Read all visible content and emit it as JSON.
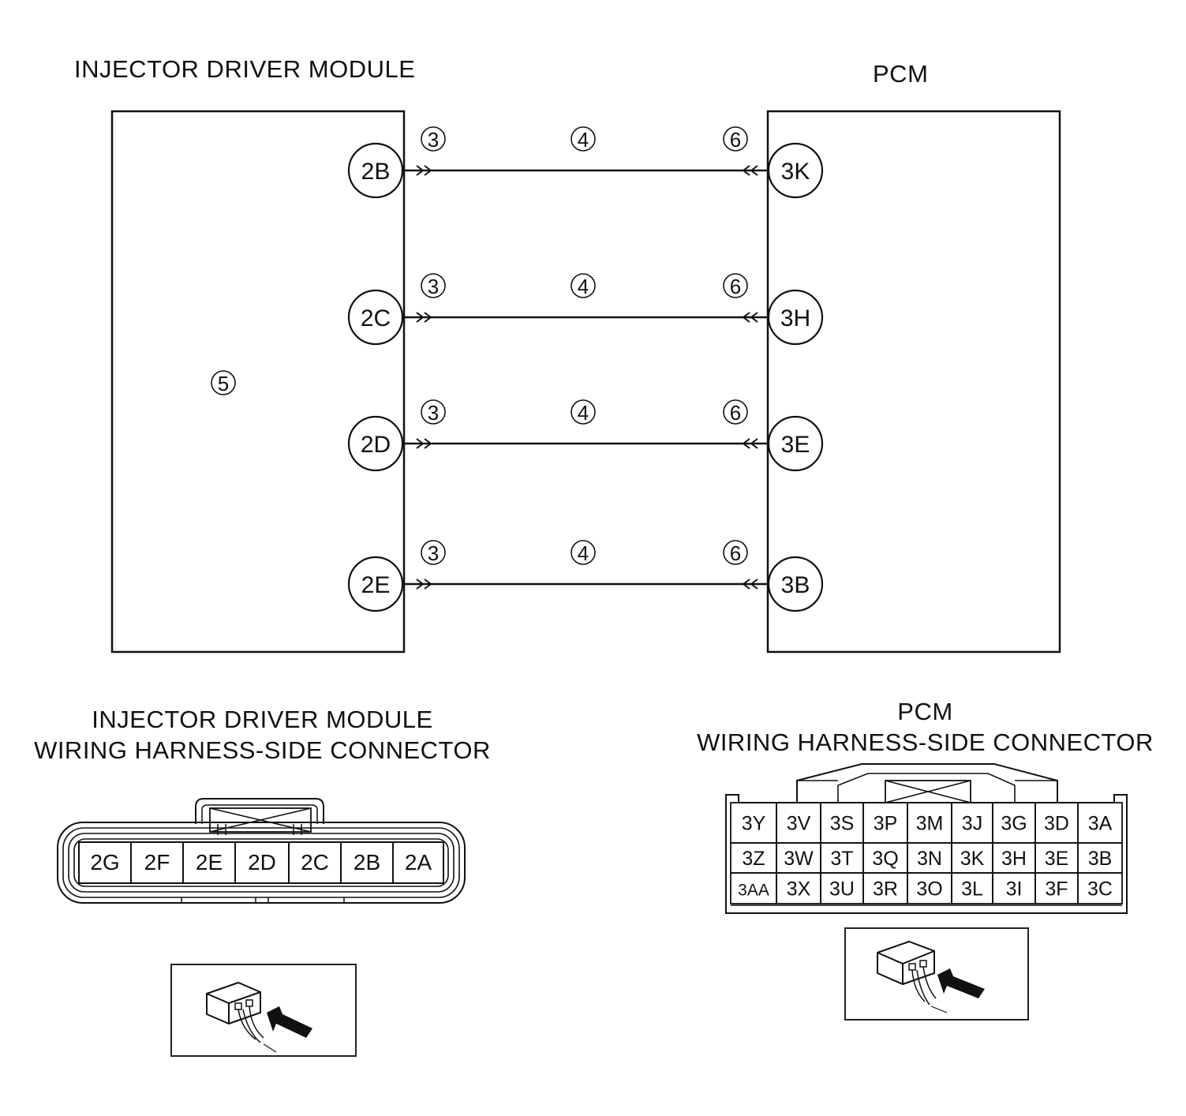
{
  "titles": {
    "idm": "INJECTOR DRIVER MODULE",
    "pcm": "PCM",
    "idm_connector_line1": "INJECTOR DRIVER MODULE",
    "idm_connector_line2": "WIRING HARNESS-SIDE CONNECTOR",
    "pcm_connector_line1": "PCM",
    "pcm_connector_line2": "WIRING HARNESS-SIDE CONNECTOR"
  },
  "markers": {
    "module_marker": "5",
    "idm_side_marker": "3",
    "wire_marker": "4",
    "pcm_side_marker": "6"
  },
  "wires": [
    {
      "idm_terminal": "2B",
      "pcm_terminal": "3K"
    },
    {
      "idm_terminal": "2C",
      "pcm_terminal": "3H"
    },
    {
      "idm_terminal": "2D",
      "pcm_terminal": "3E"
    },
    {
      "idm_terminal": "2E",
      "pcm_terminal": "3B"
    }
  ],
  "idm_connector": {
    "pins": [
      "2G",
      "2F",
      "2E",
      "2D",
      "2C",
      "2B",
      "2A"
    ]
  },
  "pcm_connector": {
    "rows": [
      [
        "3Y",
        "3V",
        "3S",
        "3P",
        "3M",
        "3J",
        "3G",
        "3D",
        "3A"
      ],
      [
        "3Z",
        "3W",
        "3T",
        "3Q",
        "3N",
        "3K",
        "3H",
        "3E",
        "3B"
      ],
      [
        "3AA",
        "3X",
        "3U",
        "3R",
        "3O",
        "3L",
        "3I",
        "3F",
        "3C"
      ]
    ]
  },
  "icons": {
    "idm_view_icon": "connector-view-arrow-icon",
    "pcm_view_icon": "connector-view-arrow-icon"
  }
}
